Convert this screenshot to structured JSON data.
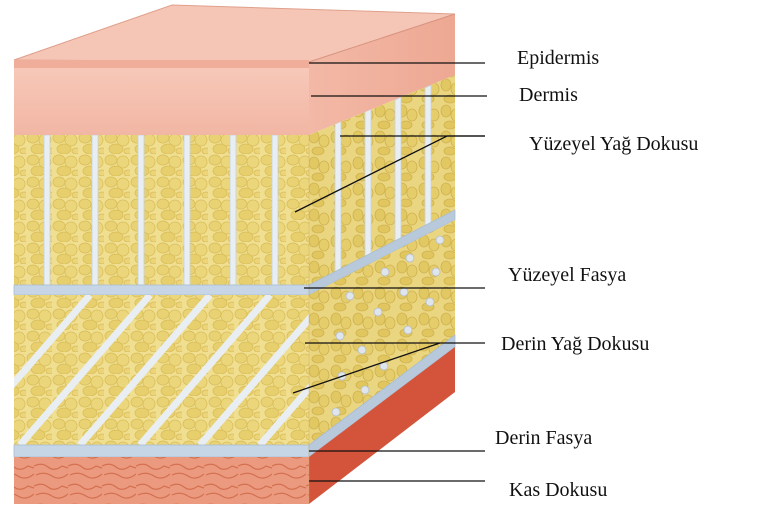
{
  "labels": {
    "epidermis": "Epidermis",
    "dermis": "Dermis",
    "superficial_fat": "Yüzeyel Yağ Dokusu",
    "superficial_fascia": "Yüzeyel Fasya",
    "deep_fat": "Derin Yağ Dokusu",
    "deep_fascia": "Derin Fasya",
    "muscle": "Kas Dokusu"
  },
  "colors": {
    "epidermis": "#f2b9a8",
    "dermis": "#f5c3b4",
    "fat": "#efdc8a",
    "fat_lobule": "#e6cd6c",
    "septa": "#e8eef3",
    "fascia": "#c9d7e6",
    "muscle": "#e58a6e",
    "muscle_side": "#d4533b"
  }
}
